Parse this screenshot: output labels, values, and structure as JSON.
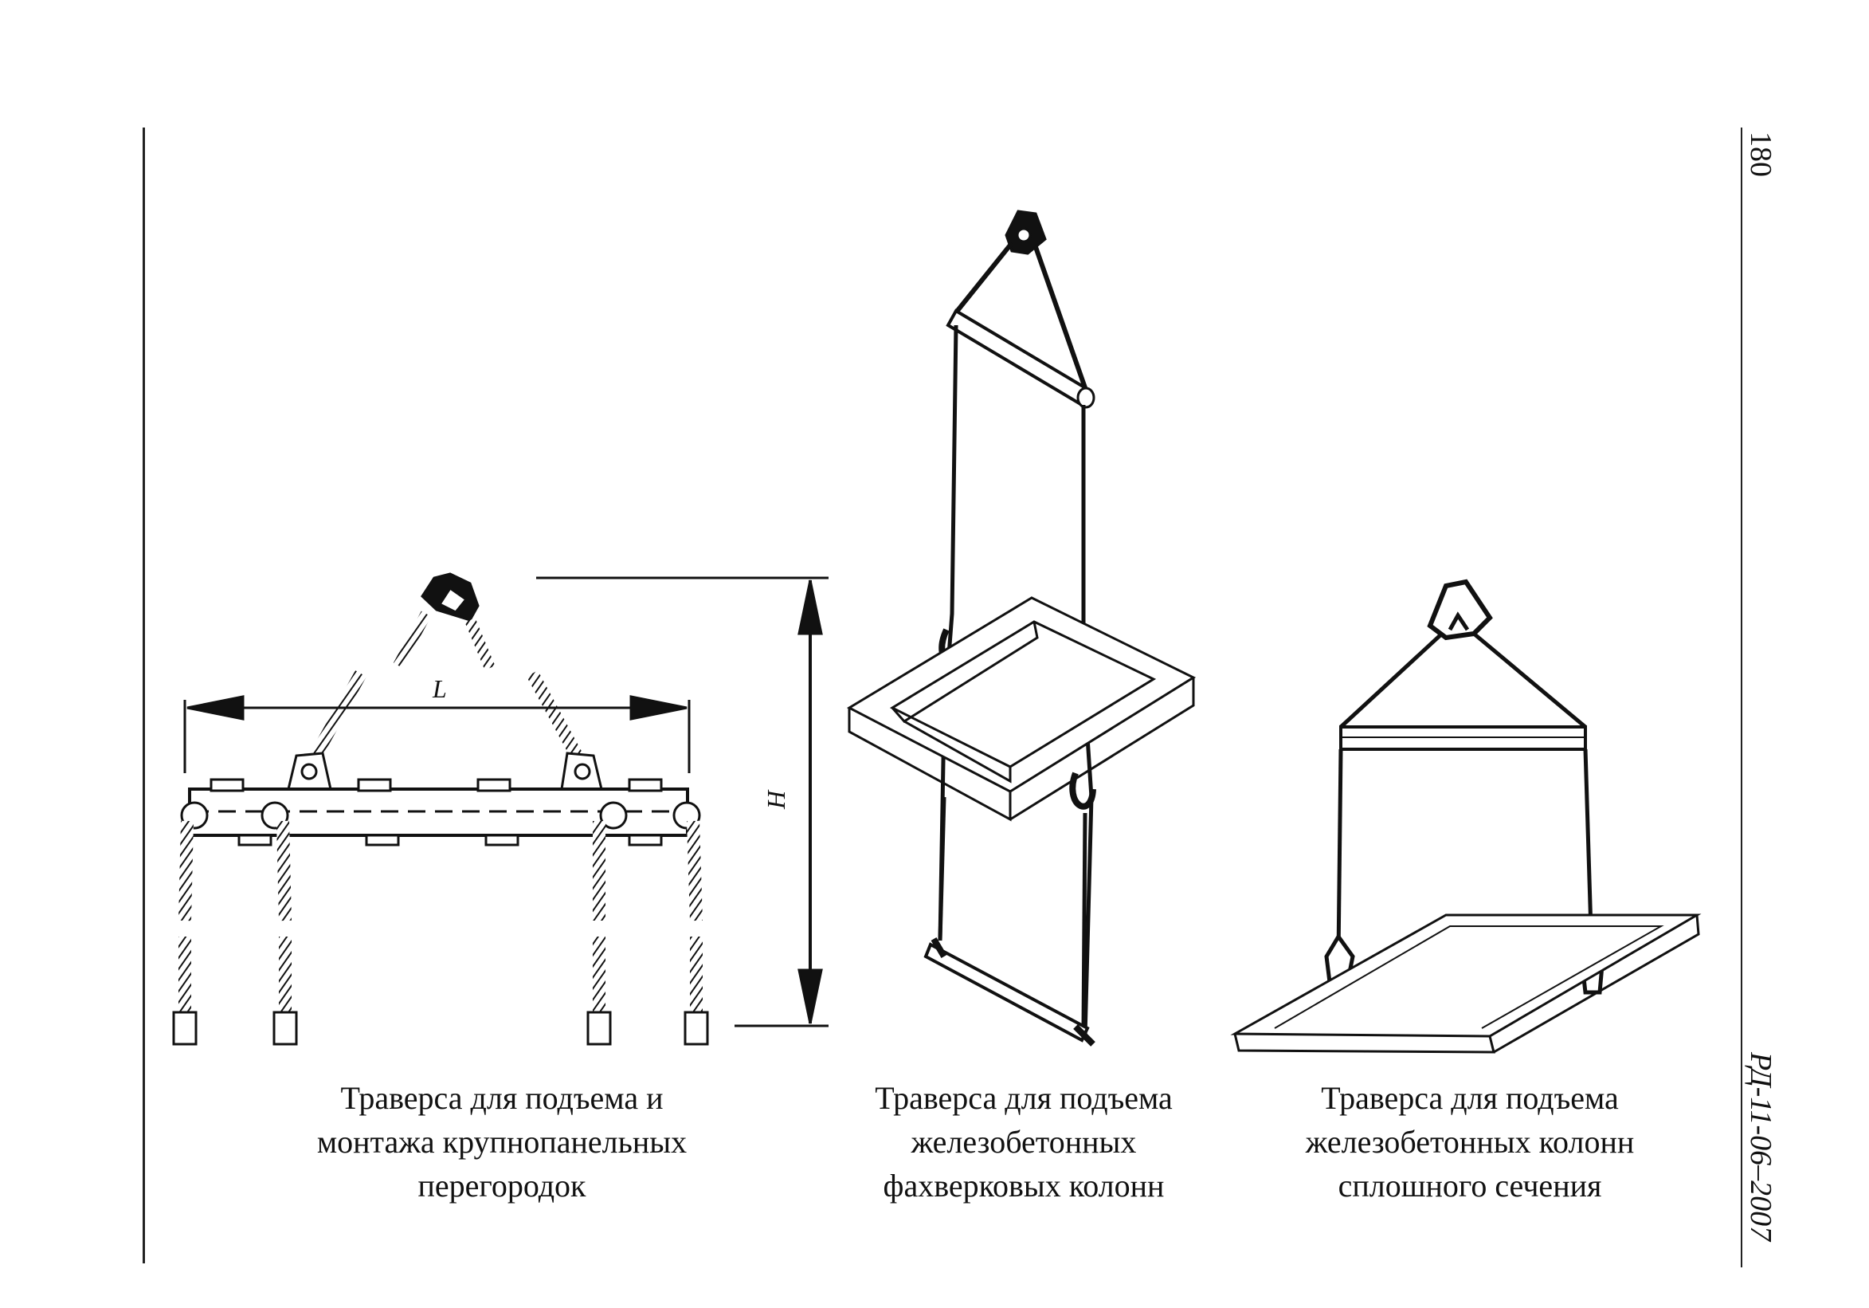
{
  "page": {
    "page_number": "180",
    "document_code": "РД-11-06–2007"
  },
  "figures": [
    {
      "id": "partition-traverse",
      "dim_length": "L",
      "dim_height": "H",
      "caption": [
        "Траверса для подъема и",
        "монтажа крупнопанельных",
        "перегородок"
      ]
    },
    {
      "id": "frame-column-traverse",
      "caption": [
        "Траверса для подъема",
        "железобетонных",
        "фахверковых колонн"
      ]
    },
    {
      "id": "solid-column-traverse",
      "caption": [
        "Траверса для подъема",
        "железобетонных колонн",
        "сплошного сечения"
      ]
    }
  ]
}
